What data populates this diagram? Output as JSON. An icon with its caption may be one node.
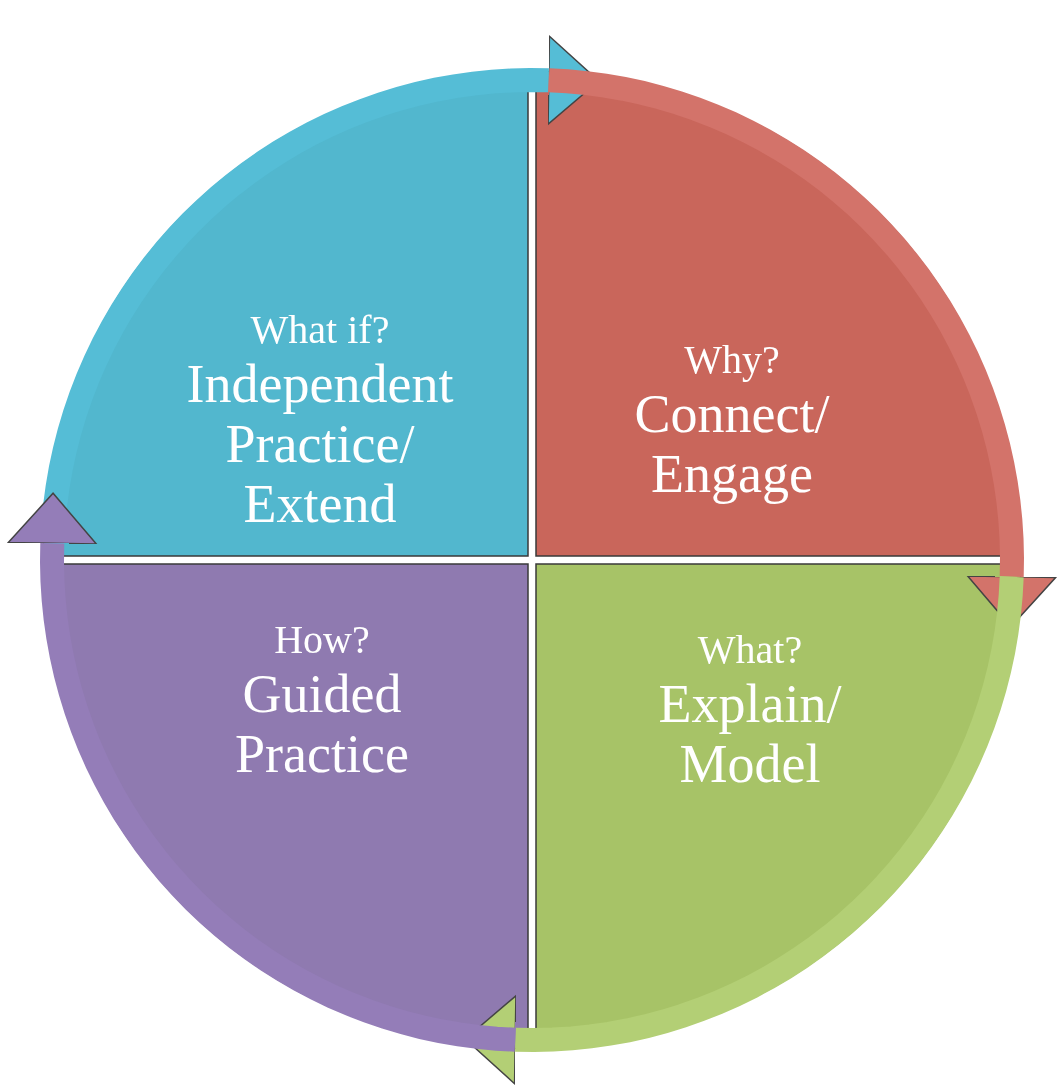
{
  "diagram": {
    "nodes": [
      {
        "text": [
          "What if?",
          "Independent Practice/ Extend"
        ]
      },
      {
        "text": [
          "Why?",
          "Connect/ Engage"
        ]
      },
      {
        "text": [
          "How?",
          "Guided Practice"
        ]
      },
      {
        "text": [
          "What?",
          "Explain/ Model"
        ]
      }
    ],
    "edges": [
      {
        "from": 0,
        "to": 1,
        "arrow": "to",
        "color": "#55bdd6"
      },
      {
        "from": 1,
        "to": 3,
        "arrow": "to",
        "color": "#d3736a"
      },
      {
        "from": 3,
        "to": 2,
        "arrow": "to",
        "color": "#b3cf75"
      },
      {
        "from": 2,
        "to": 0,
        "arrow": "to",
        "color": "#947db8"
      }
    ]
  }
}
